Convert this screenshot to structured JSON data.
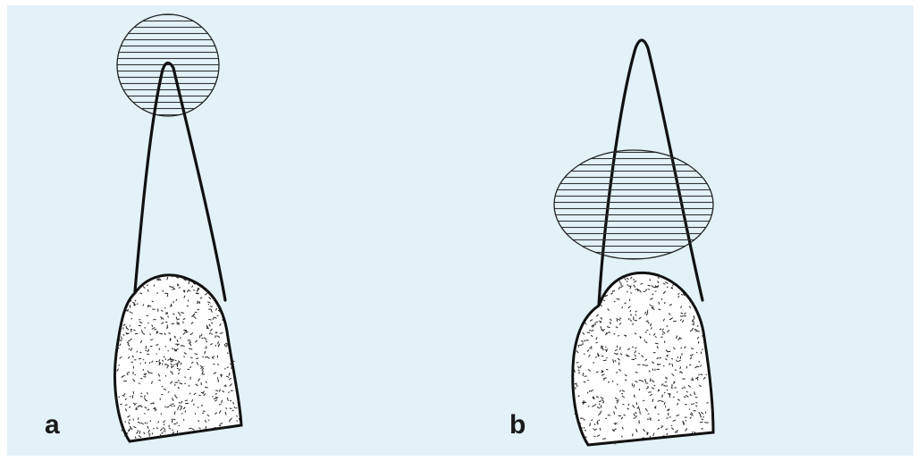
{
  "figure": {
    "background": "#e3f2f7",
    "panels": [
      {
        "label": "a",
        "highlight_region": "apex"
      },
      {
        "label": "b",
        "highlight_region": "mid-root"
      }
    ],
    "colors": {
      "outline": "#111111",
      "crown_fill": "#ffffff",
      "crown_stipple": "#222222",
      "highlight_lines": "#333333"
    }
  }
}
